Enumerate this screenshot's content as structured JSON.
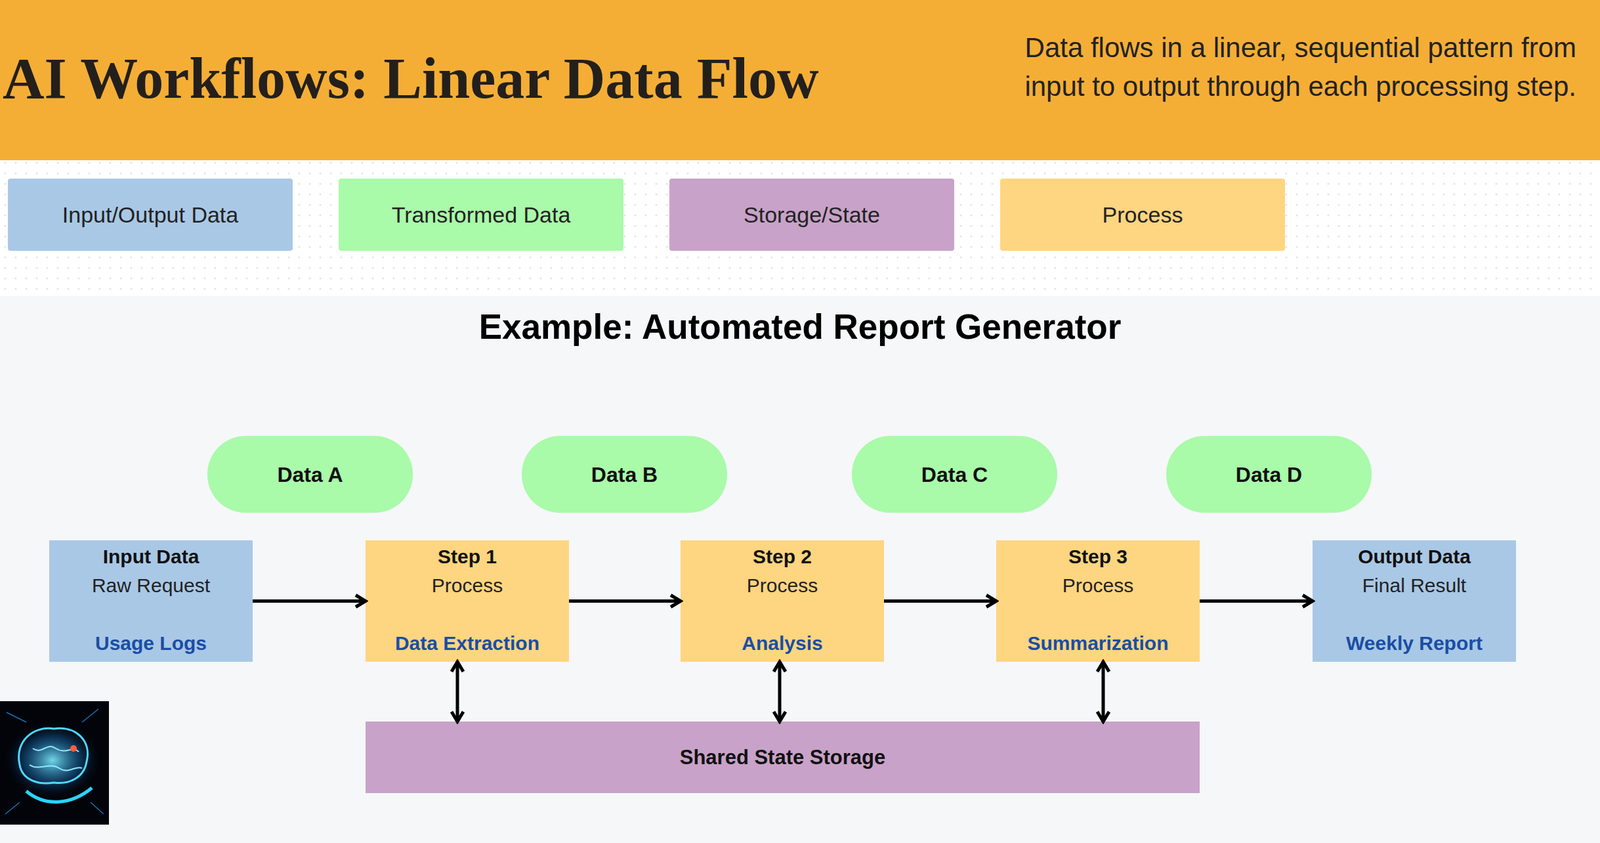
{
  "diagram": {
    "title": "AI Workflows: Linear Data Flow",
    "nodes": [
      {
        "text": [
          "Data A"
        ]
      },
      {
        "text": [
          "Data B"
        ]
      },
      {
        "text": [
          "Data C"
        ]
      },
      {
        "text": [
          "Data D"
        ]
      },
      {
        "text": [
          "Input Data",
          "Raw Request",
          "Usage Logs"
        ]
      },
      {
        "text": [
          "Step 1",
          "Process",
          "Data Extraction"
        ]
      },
      {
        "text": [
          "Step 2",
          "Process",
          "Analysis"
        ]
      },
      {
        "text": [
          "Step 3",
          "Process",
          "Summarization"
        ]
      },
      {
        "text": [
          "Output Data",
          "Final Result",
          "Weekly Report"
        ]
      },
      {
        "text": [
          "Shared State Storage"
        ]
      }
    ],
    "edges": [
      {
        "from": 4,
        "to": 5,
        "arrow": "to"
      },
      {
        "from": 5,
        "to": 6,
        "arrow": "to"
      },
      {
        "from": 6,
        "to": 7,
        "arrow": "to"
      },
      {
        "from": 7,
        "to": 8,
        "arrow": "to"
      },
      {
        "from": 5,
        "to": 9,
        "arrow": "both"
      },
      {
        "from": 6,
        "to": 9,
        "arrow": "both"
      },
      {
        "from": 7,
        "to": 9,
        "arrow": "both"
      }
    ],
    "labels": [
      "Data flows in a linear, sequential pattern from input to output through each processing step.",
      "Example: Automated Report Generator"
    ],
    "legend": [
      {
        "text": "Input/Output Data",
        "color": "#a9c8e6"
      },
      {
        "text": "Transformed Data",
        "color": "#a9faa9"
      },
      {
        "text": "Storage/State",
        "color": "#c8a2c8"
      },
      {
        "text": "Process",
        "color": "#fed580"
      }
    ]
  }
}
